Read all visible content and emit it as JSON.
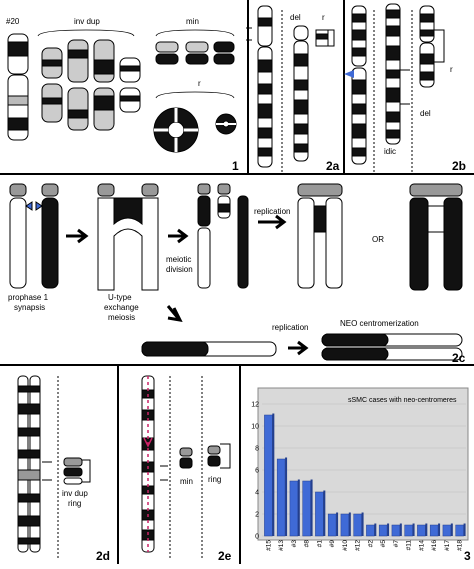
{
  "panel1": {
    "id": "1",
    "chr_label": "#20",
    "inv_dup_label": "inv dup",
    "min_label": "min",
    "r_label": "r"
  },
  "panel2a": {
    "id": "2a",
    "del_label": "del",
    "r_label": "r"
  },
  "panel2b": {
    "id": "2b",
    "idic_label": "idic",
    "r_label": "r",
    "del_label": "del"
  },
  "panel2c": {
    "id": "2c",
    "prophase_label": [
      "prophase 1",
      "synapsis"
    ],
    "utype_label": [
      "U-type",
      "exchange",
      "meiosis"
    ],
    "meiotic_label": [
      "meiotic",
      "division"
    ],
    "replication1_label": "replication",
    "or_label": "OR",
    "replication2_label": "replication",
    "neo_label": "NEO centromerization"
  },
  "panel2d": {
    "id": "2d",
    "invdup_ring_label": [
      "inv dup",
      "ring"
    ]
  },
  "panel2e": {
    "id": "2e",
    "min_label": "min",
    "ring_label": "ring"
  },
  "panel3": {
    "id": "3",
    "chart_title": "sSMC cases with neo-centromeres"
  },
  "colors": {
    "bar": "#3f6ad6",
    "bar_dark": "#233f8e",
    "bg_chart": "#d9d9d9",
    "arrow_pink": "#cc2266"
  },
  "chart_data": {
    "type": "bar",
    "title": "sSMC cases with neo-centromeres",
    "categories": [
      "#15",
      "#13",
      "#3",
      "#8",
      "#1",
      "#9",
      "#10",
      "#12",
      "#2",
      "#5",
      "#7",
      "#11",
      "#14",
      "#16",
      "#17",
      "#18"
    ],
    "values": [
      11,
      7,
      5,
      5,
      4,
      2,
      2,
      2,
      1,
      1,
      1,
      1,
      1,
      1,
      1,
      1
    ],
    "ylim": [
      0,
      12
    ],
    "yticks": [
      0,
      2,
      4,
      6,
      8,
      10,
      12
    ],
    "xlabel": "",
    "ylabel": ""
  }
}
